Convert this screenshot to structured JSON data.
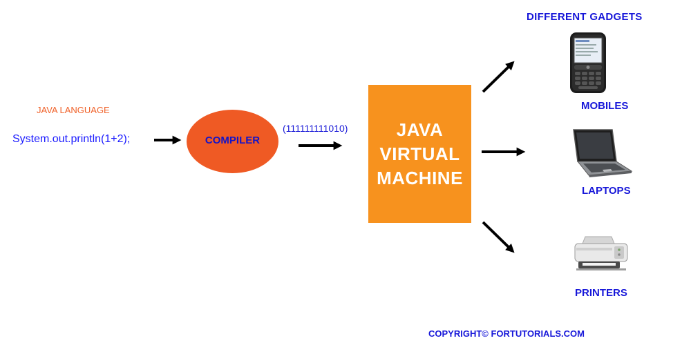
{
  "source": {
    "language_label": "JAVA LANGUAGE",
    "code": "System.out.println(1+2);"
  },
  "compiler": {
    "label": "COMPILER"
  },
  "bytecode": {
    "label": "(111111111010)"
  },
  "jvm": {
    "lines": [
      "JAVA",
      "VIRTUAL",
      "MACHINE"
    ]
  },
  "gadgets": {
    "title": "DIFFERENT GADGETS",
    "devices": [
      {
        "label": "MOBILES",
        "icon": "mobile-phone-icon"
      },
      {
        "label": "LAPTOPS",
        "icon": "laptop-icon"
      },
      {
        "label": "PRINTERS",
        "icon": "printer-icon"
      }
    ]
  },
  "footer": {
    "copyright": "COPYRIGHT©  FORTUTORIALS.COM"
  },
  "colors": {
    "label_blue": "#1717d9",
    "compiler_fill": "#ef5a24",
    "jvm_fill": "#f7921e",
    "language_label": "#f0622a",
    "arrow": "#000000"
  }
}
